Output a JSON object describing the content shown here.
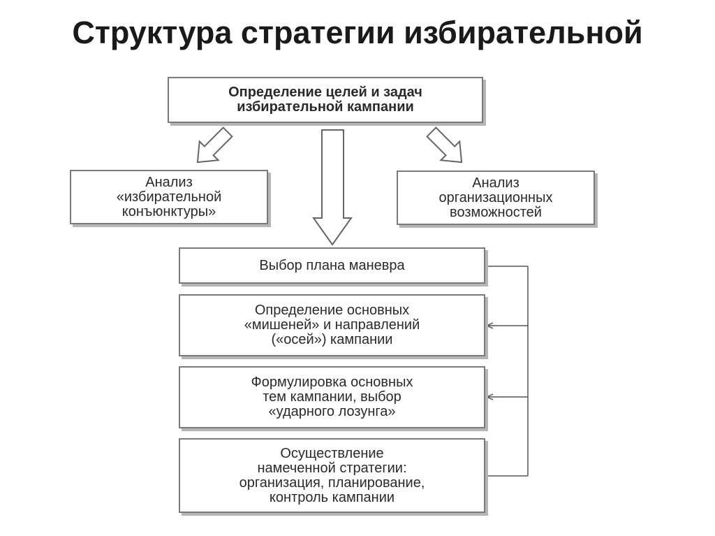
{
  "title": "Структура стратегии избирательной кампании",
  "boxes": {
    "goals": {
      "lines": [
        "Определение целей и задач",
        "избирательной кампании"
      ]
    },
    "conjuncture": {
      "lines": [
        "Анализ",
        "«избирательной",
        "конъюнктуры»"
      ]
    },
    "resources": {
      "lines": [
        "Анализ",
        "организационных",
        "возможностей"
      ]
    },
    "plan": {
      "lines": [
        "Выбор плана маневра"
      ]
    },
    "targets": {
      "lines": [
        "Определение основных",
        "«мишеней» и направлений",
        "(«осей») кампании"
      ]
    },
    "themes": {
      "lines": [
        "Формулировка основных",
        "тем кампании, выбор",
        "«ударного лозунга»"
      ]
    },
    "execution": {
      "lines": [
        "Осуществление",
        "намеченной стратегии:",
        "организация, планирование,",
        "контроль кампании"
      ]
    }
  }
}
